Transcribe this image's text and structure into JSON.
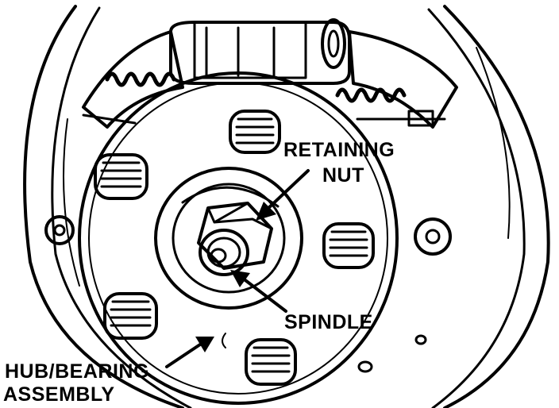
{
  "labels": {
    "retaining_nut_line1": "RETAINING",
    "retaining_nut_line2": "NUT",
    "spindle": "SPINDLE",
    "hub_bearing_line1": "HUB/BEARING",
    "hub_bearing_line2": "ASSEMBLY"
  },
  "colors": {
    "ink": "#000000",
    "background": "#ffffff"
  }
}
